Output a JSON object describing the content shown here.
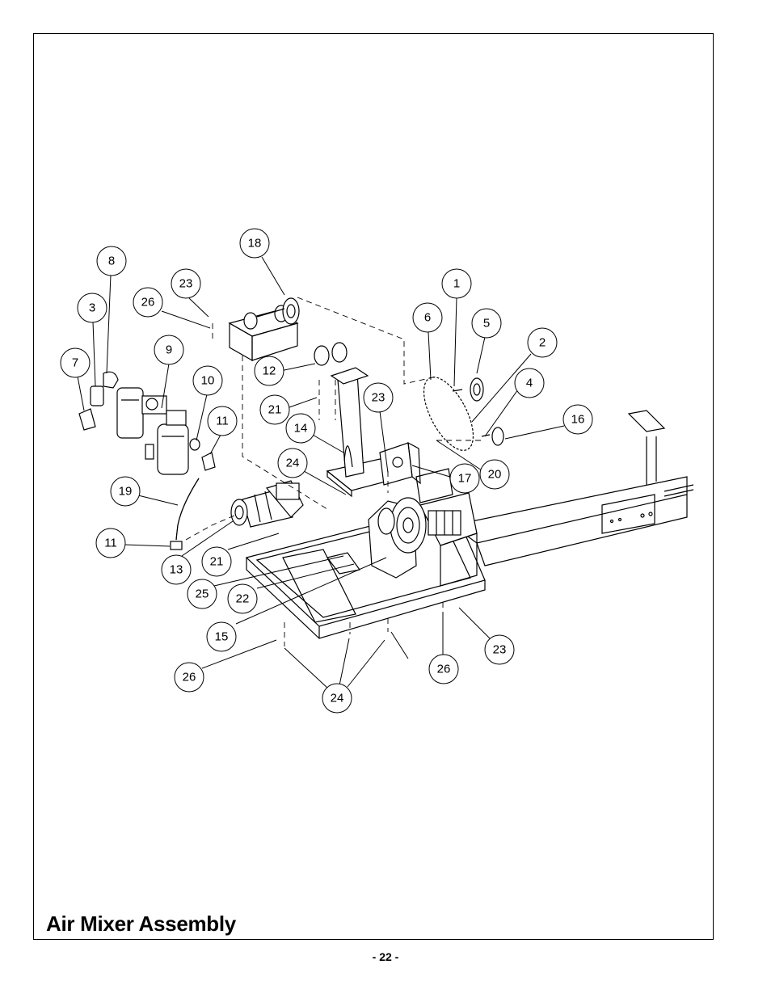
{
  "document": {
    "title": "Air Mixer Assembly",
    "page_number": "- 22 -"
  },
  "callouts": [
    {
      "label": "18"
    },
    {
      "label": "8"
    },
    {
      "label": "23"
    },
    {
      "label": "26"
    },
    {
      "label": "3"
    },
    {
      "label": "7"
    },
    {
      "label": "9"
    },
    {
      "label": "10"
    },
    {
      "label": "11"
    },
    {
      "label": "12"
    },
    {
      "label": "21"
    },
    {
      "label": "14"
    },
    {
      "label": "23"
    },
    {
      "label": "24"
    },
    {
      "label": "1"
    },
    {
      "label": "6"
    },
    {
      "label": "5"
    },
    {
      "label": "2"
    },
    {
      "label": "4"
    },
    {
      "label": "16"
    },
    {
      "label": "20"
    },
    {
      "label": "17"
    },
    {
      "label": "19"
    },
    {
      "label": "11"
    },
    {
      "label": "13"
    },
    {
      "label": "21"
    },
    {
      "label": "25"
    },
    {
      "label": "22"
    },
    {
      "label": "15"
    },
    {
      "label": "26"
    },
    {
      "label": "24"
    },
    {
      "label": "26"
    },
    {
      "label": "23"
    }
  ]
}
